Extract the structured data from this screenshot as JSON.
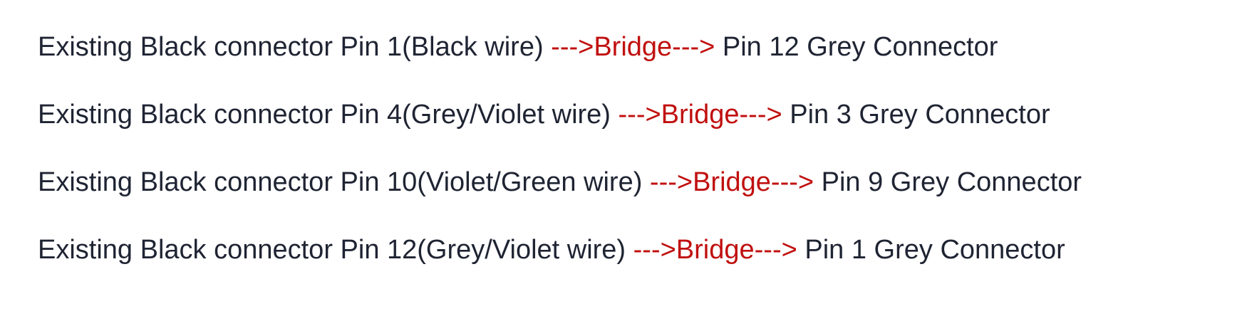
{
  "colors": {
    "text": "#1f2433",
    "bridge": "#c0100f",
    "background": "#ffffff"
  },
  "lines": [
    {
      "source": "Existing Black connector Pin 1(Black wire)",
      "bridge": "--->Bridge--->",
      "target": "Pin 12 Grey Connector"
    },
    {
      "source": "Existing Black connector Pin 4(Grey/Violet wire)",
      "bridge": "--->Bridge--->",
      "target": "Pin 3 Grey Connector"
    },
    {
      "source": "Existing Black connector Pin 10(Violet/Green wire)",
      "bridge": "--->Bridge--->",
      "target": "Pin 9 Grey Connector"
    },
    {
      "source": "Existing Black connector Pin 12(Grey/Violet wire)",
      "bridge": "--->Bridge--->",
      "target": "Pin 1 Grey Connector"
    }
  ]
}
